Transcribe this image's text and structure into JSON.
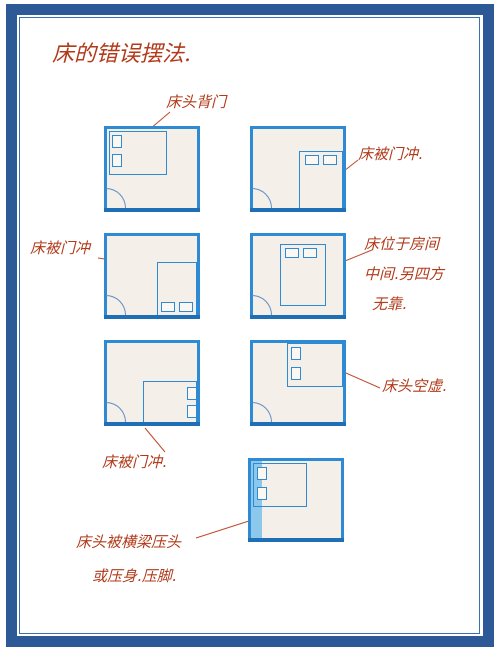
{
  "title": "床的错误摆法.",
  "labels": {
    "room1": "床头背门",
    "room2": "床被门冲.",
    "room3": "床被门冲",
    "room4_l1": "床位于房间",
    "room4_l2": "中间.另四方",
    "room4_l3": "无靠.",
    "room5": "床被门冲.",
    "room6": "床头空虚.",
    "room7_l1": "床头被横梁压头",
    "room7_l2": "或压身.压脚."
  },
  "colors": {
    "frame": "#2d5a96",
    "wall": "#2f8ad4",
    "floor": "#f4efe9",
    "ink": "#b13a1a",
    "beam": "#7fc3ec"
  }
}
